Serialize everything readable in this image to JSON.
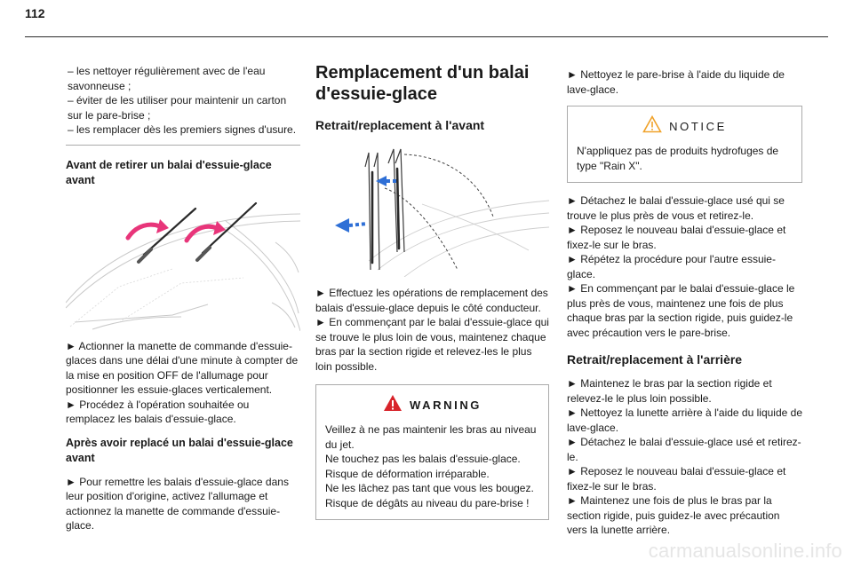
{
  "page_number": "112",
  "col1": {
    "box_lines": [
      "–  les nettoyer régulièrement avec de l'eau savonneuse ;",
      "–  éviter de les utiliser pour maintenir un carton sur le pare-brise ;",
      "–  les remplacer dès les premiers signes d'usure."
    ],
    "heading_before": "Avant de retirer un balai d'essuie-glace avant",
    "step_paragraphs": [
      "► Actionner la manette de commande d'essuie-glaces dans une délai d'une minute à compter de la mise en position OFF de l'allumage pour positionner les essuie-glaces verticalement.",
      "► Procédez à l'opération souhaitée ou remplacez les balais d'essuie-glace."
    ],
    "heading_after": "Après avoir replacé un balai d'essuie-glace avant",
    "after_paragraph": "► Pour remettre les balais d'essuie-glace dans leur position d'origine, activez l'allumage et actionnez la manette de commande d'essuie-glace."
  },
  "col2": {
    "title": "Remplacement d'un balai d'essuie-glace",
    "subtitle": "Retrait/replacement à l'avant",
    "paragraphs": [
      "► Effectuez les opérations de remplacement des balais d'essuie-glace depuis le côté conducteur.",
      "► En commençant par le balai d'essuie-glace qui se trouve le plus loin de vous, maintenez chaque bras par la section rigide et relevez-les le plus loin possible."
    ],
    "warning": {
      "title": "WARNING",
      "lines": [
        "Veillez à ne pas maintenir les bras au niveau du jet.",
        "Ne touchez pas les balais d'essuie-glace.",
        "Risque de déformation irréparable.",
        "Ne les lâchez pas tant que vous les bougez.",
        "Risque de dégâts au niveau du pare-brise !"
      ]
    }
  },
  "col3": {
    "intro": "► Nettoyez le pare-brise à l'aide du liquide de lave-glace.",
    "notice": {
      "title": "NOTICE",
      "text": "N'appliquez pas de produits hydrofuges de type \"Rain X\"."
    },
    "front_steps": [
      "► Détachez le balai d'essuie-glace usé qui se trouve le plus près de vous et retirez-le.",
      "► Reposez le nouveau balai d'essuie-glace et fixez-le sur le bras.",
      "► Répétez la procédure pour l'autre essuie-glace.",
      "► En commençant par le balai d'essuie-glace le plus près de vous, maintenez une fois de plus chaque bras par la section rigide, puis guidez-le avec précaution vers le pare-brise."
    ],
    "rear_title": "Retrait/replacement à l'arrière",
    "rear_steps": [
      "► Maintenez le bras par la section rigide et relevez-le le plus loin possible.",
      "► Nettoyez la lunette arrière à l'aide du liquide de lave-glace.",
      "► Détachez le balai d'essuie-glace usé et retirez-le.",
      "► Reposez le nouveau balai d'essuie-glace et fixez-le sur le bras.",
      "► Maintenez une fois de plus le bras par la section rigide, puis guidez-le avec précaution vers la lunette arrière."
    ]
  },
  "watermark": "carmanualsonline.info",
  "colors": {
    "text": "#1a1a1a",
    "rule": "#2b2b2b",
    "box_border": "#aaaaaa",
    "arrow_pink": "#e8357a",
    "arrow_blue": "#2e6fd6",
    "warning_red": "#d8232a",
    "notice_orange": "#f0a22a"
  }
}
